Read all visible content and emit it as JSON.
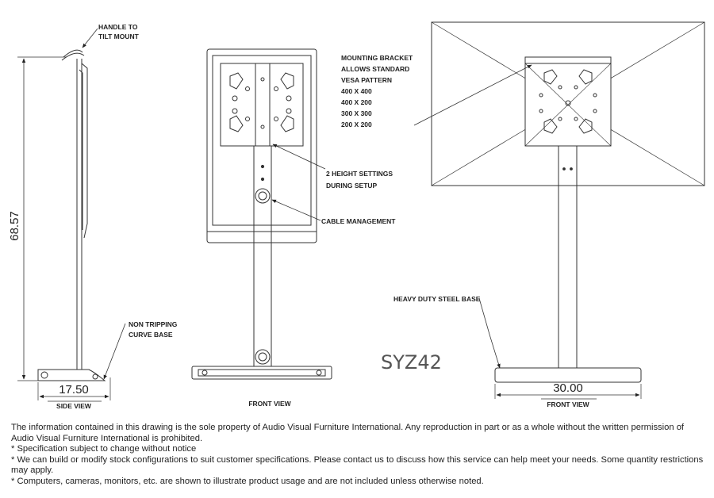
{
  "labels": {
    "handle": [
      "HANDLE TO",
      "TILT MOUNT"
    ],
    "height_dim": "68.57",
    "non_tripping": [
      "NON TRIPPING",
      "CURVE BASE"
    ],
    "side_width_dim": "17.50",
    "side_view": "SIDE VIEW",
    "bracket": [
      "MOUNTING BRACKET",
      "ALLOWS STANDARD",
      "VESA PATTERN",
      "400 X 400",
      "400 X 200",
      "300 X 300",
      "200 X 200"
    ],
    "height_settings": [
      "2 HEIGHT SETTINGS",
      "DURING SETUP"
    ],
    "cable": "CABLE MANAGEMENT",
    "front_view_1": "FRONT VIEW",
    "model": "SYZ42",
    "steel_base": "HEAVY DUTY STEEL BASE",
    "front_width_dim": "30.00",
    "front_view_2": "FRONT VIEW"
  },
  "notes": [
    "The information contained in this drawing is the sole property of Audio Visual Furniture International. Any reproduction in part or as a whole without the written permission of Audio Visual Furniture International is prohibited.",
    "* Specification subject to change without notice",
    "* We can build or modify stock configurations to suit customer specifications. Please contact us to discuss how this service can help meet your needs. Some quantity restrictions may apply.",
    "* Computers, cameras, monitors, etc. are shown to illustrate product usage and are not included unless otherwise noted."
  ]
}
